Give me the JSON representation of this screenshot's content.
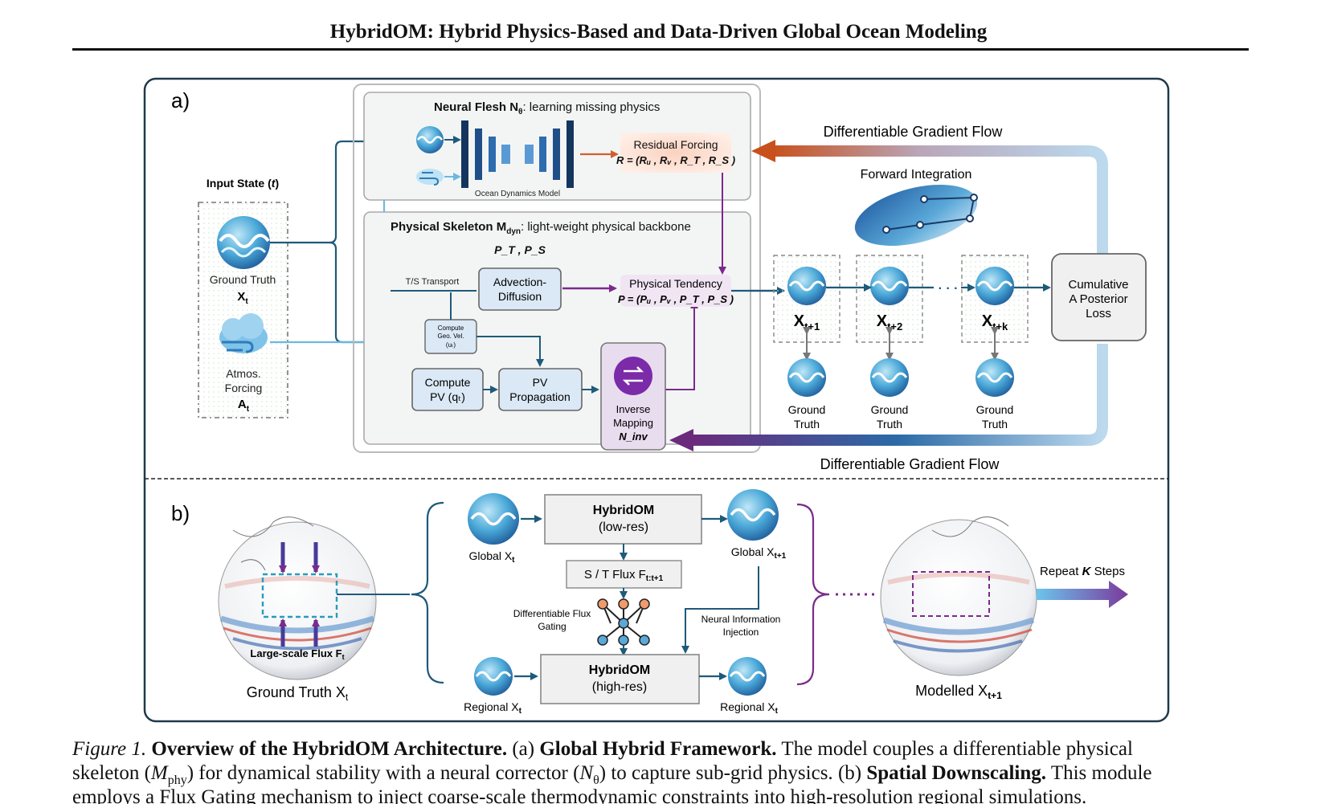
{
  "header": {
    "title": "HybridOM: Hybrid Physics-Based and Data-Driven Global Ocean Modeling"
  },
  "panel_a": {
    "label": "a)",
    "input_state": "Input State (t)",
    "ground_truth_label": "Ground Truth",
    "ground_truth_var": "X",
    "ground_truth_sub": "t",
    "atmos_line1": "Atmos.",
    "atmos_line2": "Forcing",
    "atmos_var": "A",
    "atmos_sub": "t",
    "neural_flesh_title": "Neural Flesh N",
    "neural_flesh_sub": "θ",
    "neural_flesh_desc": ": learning missing physics",
    "ocean_dynamics_model": "Ocean Dynamics Model",
    "residual_forcing": "Residual Forcing",
    "residual_formula": "R = (Rᵤ , Rᵥ , R_T , R_S )",
    "physical_skeleton_title": "Physical Skeleton M",
    "physical_skeleton_sub": "dyn",
    "physical_skeleton_desc": ": light-weight physical backbone",
    "pt_ps": "P_T , P_S",
    "ts_transport": "T/S Transport",
    "advection_1": "Advection-",
    "advection_2": "Diffusion",
    "compute_geo_1": "Compute",
    "compute_geo_2": "Geo. Vel.",
    "compute_geo_3": "(uₜ)",
    "compute_pv_1": "Compute",
    "compute_pv_2": "PV (qₜ)",
    "pv_prop_1": "PV",
    "pv_prop_2": "Propagation",
    "physical_tendency": "Physical Tendency",
    "tendency_formula": "P = (Pᵤ , Pᵥ , P_T , P_S )",
    "inverse_1": "Inverse",
    "inverse_2": "Mapping",
    "inverse_3": "N_inv",
    "grad_flow_top": "Differentiable Gradient Flow",
    "grad_flow_bottom": "Differentiable Gradient Flow",
    "forward_integration": "Forward Integration",
    "x_t1": "X",
    "x_t1_sub": "t+1",
    "x_t2": "X",
    "x_t2_sub": "t+2",
    "x_tk": "X",
    "x_tk_sub": "t+k",
    "dots": "· · ·",
    "gt_label_1": "Ground",
    "gt_label_2": "Truth",
    "loss_1": "Cumulative",
    "loss_2": "A Posterior",
    "loss_3": "Loss"
  },
  "panel_b": {
    "label": "b)",
    "large_scale_flux": "Large-scale Flux F",
    "large_scale_flux_sub": "t",
    "ground_truth": "Ground Truth X",
    "ground_truth_sub": "t",
    "global_xt": "Global X",
    "global_xt_sub": "t",
    "hybridom": "HybridOM",
    "low_res": "(low-res)",
    "global_xt1": "Global X",
    "global_xt1_sub": "t+1",
    "st_flux": "S / T Flux F",
    "st_flux_sub": "t:t+1",
    "diff_flux_1": "Differentiable Flux",
    "diff_flux_2": "Gating",
    "neural_info_1": "Neural Information",
    "neural_info_2": "Injection",
    "high_res": "(high-res)",
    "regional_xt_in": "Regional X",
    "regional_xt_in_sub": "t",
    "regional_xt_out": "Regional X",
    "regional_xt_out_sub": "t",
    "modelled": "Modelled X",
    "modelled_sub": "t+1",
    "repeat_1": "Repeat ",
    "repeat_k": "K",
    "repeat_2": " Steps"
  },
  "caption": {
    "fig_label": "Figure 1.",
    "title": "Overview of the HybridOM Architecture.",
    "a_label": "(a)",
    "a_title": "Global Hybrid Framework.",
    "line1_rest": "The model couples a differentiable physical",
    "line2_part1": "skeleton (",
    "m_phy": "M",
    "m_phy_sub": "phy",
    "line2_part2": ") for dynamical stability with a neural corrector (",
    "n_theta": "N",
    "n_theta_sub": "θ",
    "line2_part3": ") to capture sub-grid physics.",
    "b_label": "(b)",
    "b_title": "Spatial Downscaling.",
    "line2_part4": "This module",
    "line3": "employs a Flux Gating mechanism to inject coarse-scale thermodynamic constraints into high-resolution regional simulations."
  },
  "colors": {
    "frame": "#1f3a4a",
    "arrow_blue": "#1e5a7a",
    "arrow_purple": "#7b2a8c",
    "box_fill": "#dbe8f5",
    "residual_fill": "#fde3d7",
    "tendency_fill": "#f1e5f4"
  }
}
